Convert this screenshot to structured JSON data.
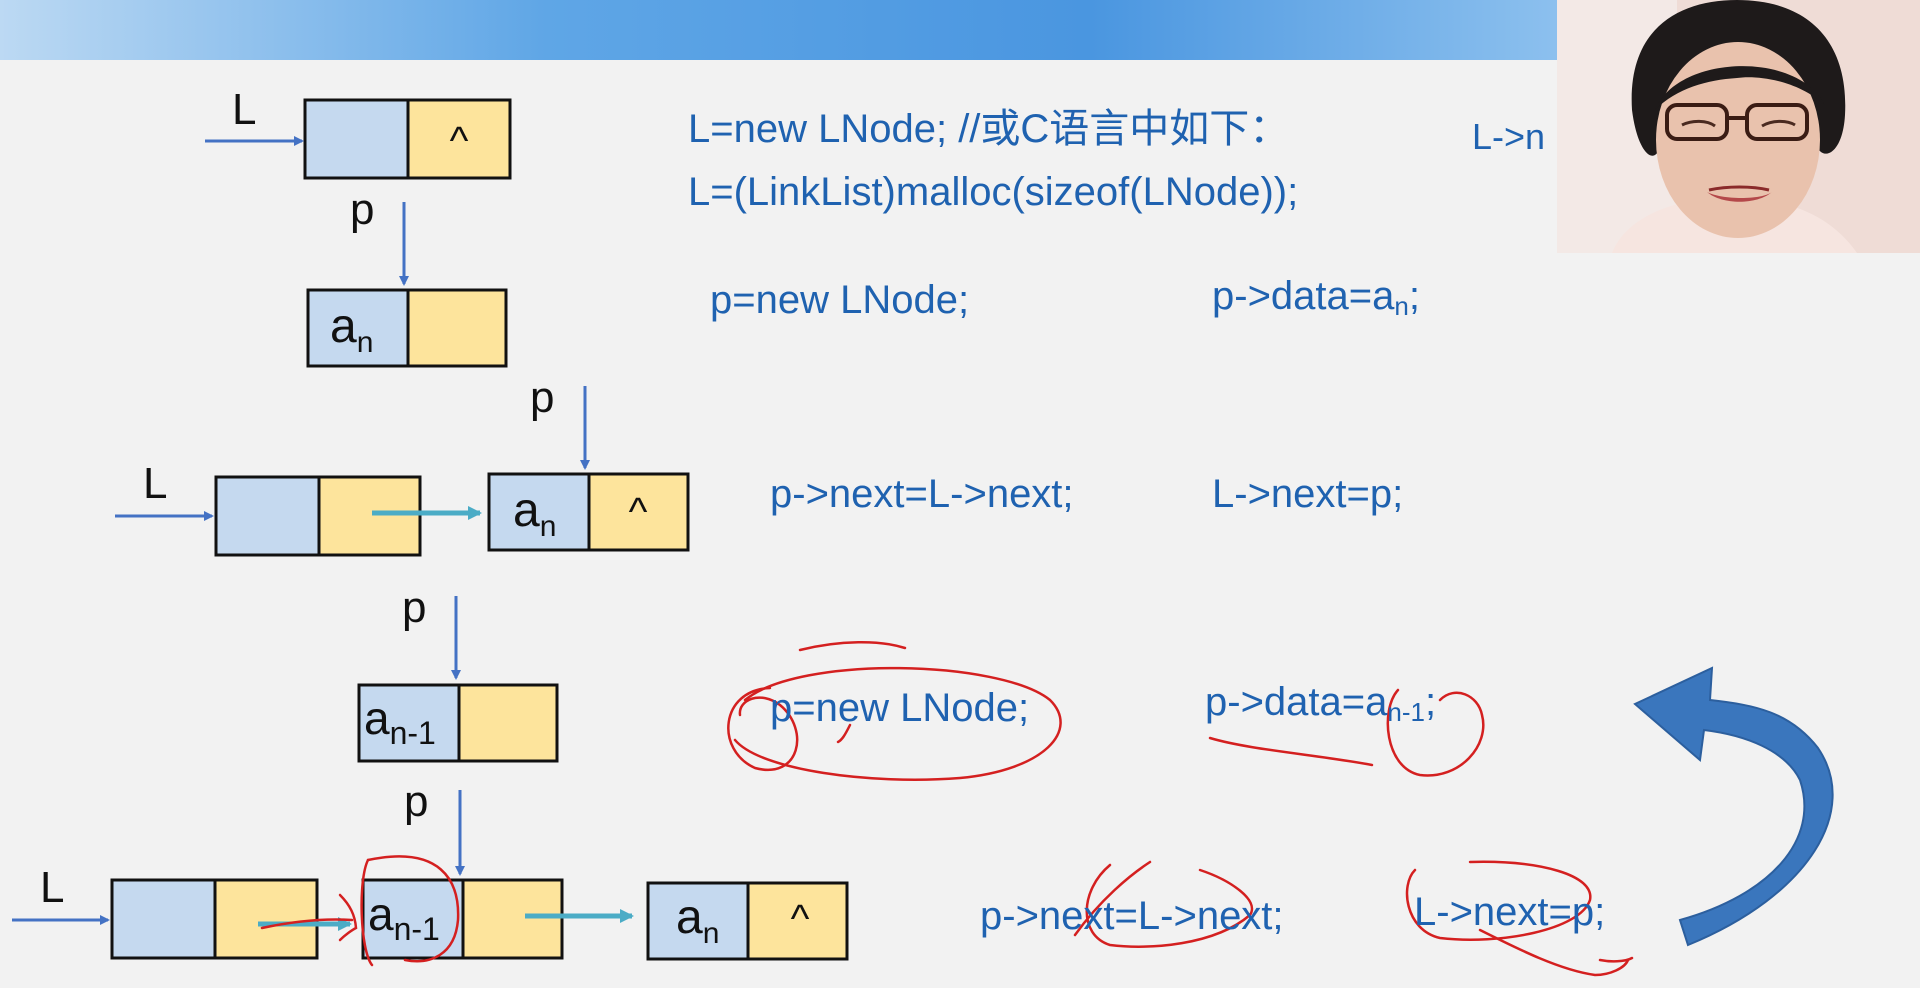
{
  "labels": {
    "L": "L",
    "p": "p",
    "null_mark": "^",
    "a": "a",
    "sub_n": "n",
    "sub_n1": "n-1"
  },
  "code": {
    "line1": "L=new LNode; //或C语言中如下：",
    "line2": "L=(LinkList)malloc(sizeof(LNode));",
    "line_right_top": "L->n",
    "p_new_1": "p=new LNode;",
    "p_data_1_pre": "p->data=a",
    "p_data_1_sub": "n",
    "p_data_1_post": ";",
    "p_next_1": "p->next=L->next;",
    "l_next_1": "L->next=p;",
    "p_new_2": "p=new LNode;",
    "p_data_2_pre": "p->data=a",
    "p_data_2_sub": "n-1",
    "p_data_2_post": ";",
    "p_next_2": "p->next=L->next;",
    "l_next_2": "L->next=p;"
  },
  "colors": {
    "data_field": "#c5d9ef",
    "next_field": "#fde49c",
    "code_text": "#1f62b0",
    "pointer_arrow": "#4472c4",
    "link_arrow": "#4bacc6",
    "annotation": "#d42020",
    "curve_arrow": "#3a76bd"
  }
}
